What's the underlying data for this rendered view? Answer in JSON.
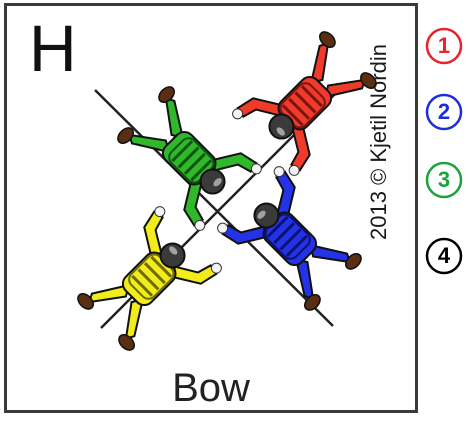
{
  "formation": {
    "letter": "H",
    "name": "Bow",
    "copyright": "2013 © Kjetil Nordin"
  },
  "slots": [
    {
      "number": "1",
      "color": "#e8232a"
    },
    {
      "number": "2",
      "color": "#1a2ee0"
    },
    {
      "number": "3",
      "color": "#1aa33a"
    },
    {
      "number": "4",
      "color": "#000000"
    }
  ],
  "jumpers": [
    {
      "slot": "1",
      "color": "#f03a2a",
      "dark": "#7a1410"
    },
    {
      "slot": "2",
      "color": "#2433e8",
      "dark": "#0b1270"
    },
    {
      "slot": "3",
      "color": "#2fb82a",
      "dark": "#0f5410"
    },
    {
      "slot": "4",
      "color": "#f2ec1a",
      "dark": "#6e6a08"
    }
  ]
}
